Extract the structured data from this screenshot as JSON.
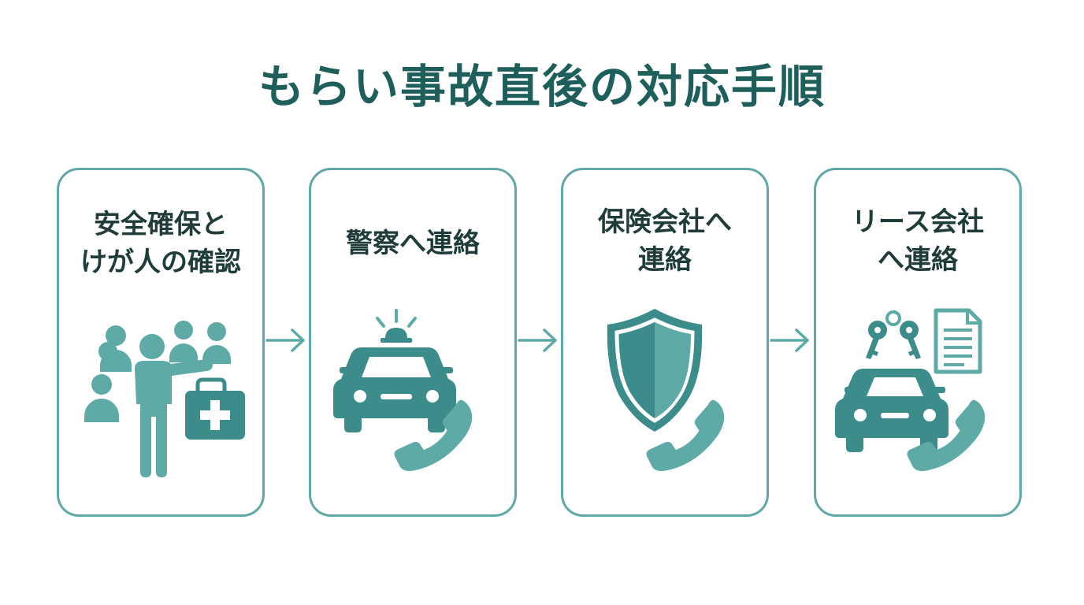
{
  "title": "もらい事故直後の対応手順",
  "colors": {
    "title": "#1e5f5c",
    "dark_teal": "#3b8c8a",
    "light_teal": "#5eaaa7",
    "border": "#5ea9a6",
    "text": "#1f3c3b"
  },
  "steps": [
    {
      "lines": [
        "安全確保と",
        "けが人の確認"
      ],
      "icons": [
        "people-icon",
        "first-aid-kit-icon"
      ]
    },
    {
      "lines": [
        "警察へ連絡"
      ],
      "icons": [
        "police-car-icon",
        "phone-icon"
      ]
    },
    {
      "lines": [
        "保険会社へ",
        "連絡"
      ],
      "icons": [
        "shield-icon",
        "phone-icon"
      ]
    },
    {
      "lines": [
        "リース会社",
        "へ連絡"
      ],
      "icons": [
        "keys-icon",
        "document-icon",
        "car-icon",
        "phone-icon"
      ]
    }
  ],
  "arrows": [
    "arrow-right-icon",
    "arrow-right-icon",
    "arrow-right-icon"
  ]
}
